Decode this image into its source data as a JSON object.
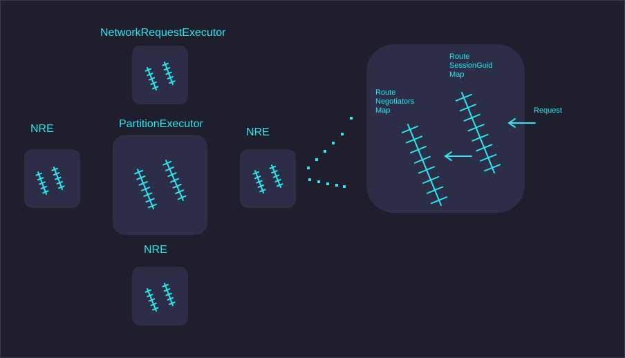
{
  "labels": {
    "network_request_executor": "NetworkRequestExecutor",
    "nre_left": "NRE",
    "partition_executor": "PartitionExecutor",
    "nre_right": "NRE",
    "nre_bottom": "NRE",
    "route_negotiators_map": "Route\nNegotiators\nMap",
    "route_sessionguid_map": "Route\nSessionGuid\nMap",
    "request": "Request"
  },
  "colors": {
    "background": "#1e1e2c",
    "box_fill": "#2c2d47",
    "accent": "#2be7f0"
  }
}
